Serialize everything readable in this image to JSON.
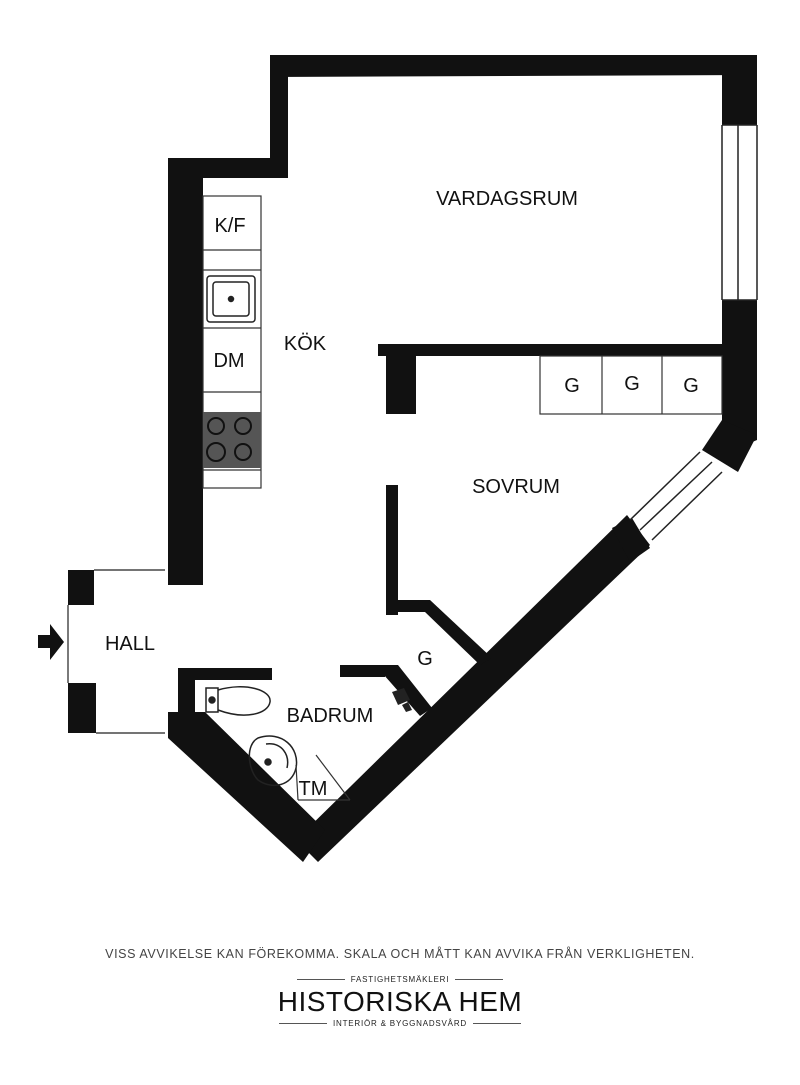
{
  "rooms": {
    "vardagsrum": "VARDAGSRUM",
    "kok": "KÖK",
    "sovrum": "SOVRUM",
    "hall": "HALL",
    "badrum": "BADRUM"
  },
  "fixtures": {
    "kf": "K/F",
    "dm": "DM",
    "tm": "TM",
    "g": "G"
  },
  "footer": {
    "disclaimer": "VISS AVVIKELSE KAN FÖREKOMMA. SKALA OCH MÅTT KAN AVVIKA FRÅN VERKLIGHETEN.",
    "brand_tagline": "FASTIGHETSMÄKLERI",
    "brand_name": "HISTORISKA HEM",
    "brand_subline": "INTERIÖR & BYGGNADSVÅRD"
  },
  "colors": {
    "wall": "#111111",
    "stove": "#555555",
    "background": "#ffffff"
  },
  "icons": [
    "entrance-arrow-icon",
    "sink-icon",
    "stove-icon",
    "toilet-icon",
    "basin-icon",
    "faucet-icon"
  ]
}
